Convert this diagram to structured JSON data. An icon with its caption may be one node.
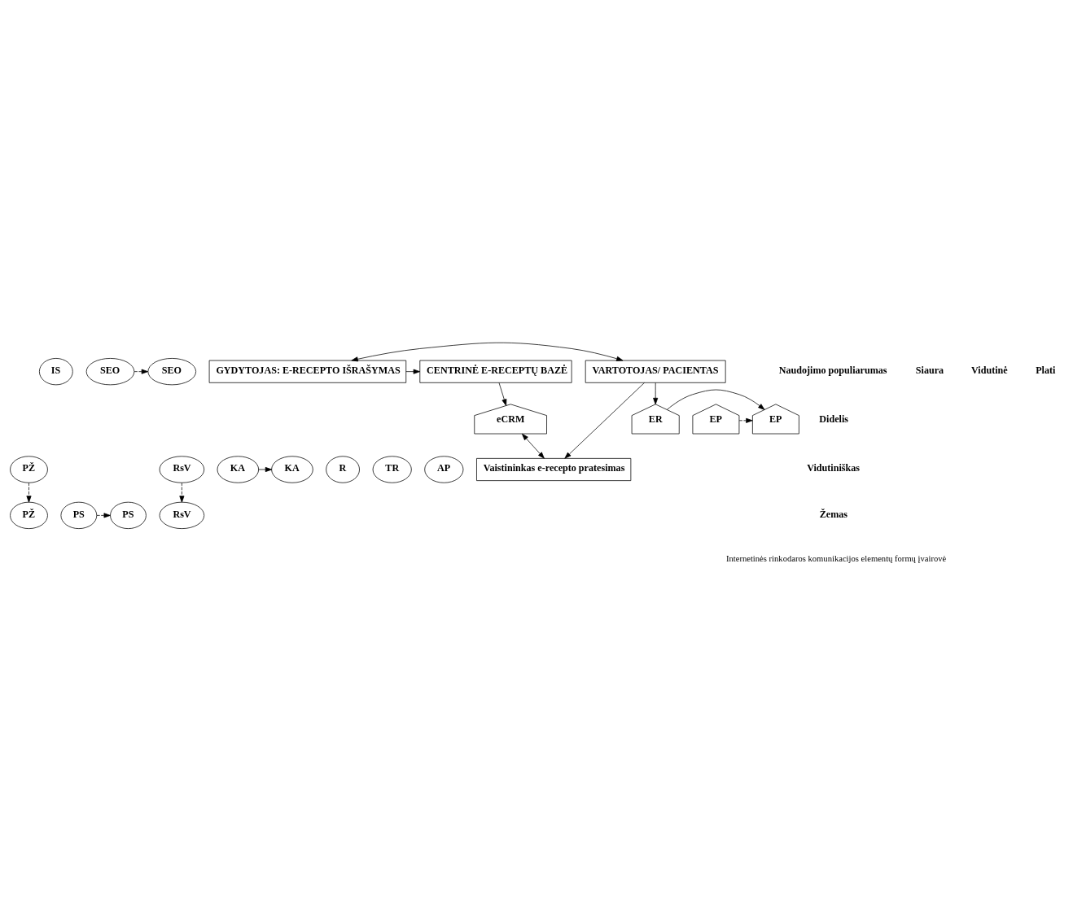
{
  "diagram": {
    "nodes": [
      {
        "text": [
          "IS"
        ]
      },
      {
        "text": [
          "SEO"
        ]
      },
      {
        "text": [
          "PŽ"
        ]
      },
      {
        "text": [
          "PS"
        ]
      },
      {
        "text": [
          "RsV"
        ]
      },
      {
        "text": [
          "SEO"
        ]
      },
      {
        "text": [
          "PS"
        ]
      },
      {
        "text": [
          "PŽ"
        ]
      },
      {
        "text": [
          "KA"
        ]
      },
      {
        "text": [
          "R"
        ]
      },
      {
        "text": [
          "TR"
        ]
      },
      {
        "text": [
          "AP"
        ]
      },
      {
        "text": [
          "KA"
        ]
      },
      {
        "text": [
          "Vaistininkas e-recepto pratesimas"
        ]
      },
      {
        "text": [
          "RsV"
        ]
      },
      {
        "text": [
          "EP"
        ]
      },
      {
        "text": [
          "EP"
        ]
      },
      {
        "text": [
          "eCRM"
        ]
      },
      {
        "text": [
          "ER"
        ]
      },
      {
        "text": [
          "GYDYTOJAS: E-RECEPTO IŠRAŠYMAS"
        ]
      },
      {
        "text": [
          "VARTOTOJAS/ PACIENTAS"
        ]
      },
      {
        "text": [
          "CENTRINĖ E-RECEPTŲ BAZĖ"
        ]
      }
    ],
    "edges": [
      {
        "from": 5,
        "to": 1,
        "arrow": "to",
        "style": "dashed"
      },
      {
        "from": 6,
        "to": 3,
        "arrow": "to",
        "style": "dashed"
      },
      {
        "from": 7,
        "to": 2,
        "arrow": "to",
        "style": "dashed"
      },
      {
        "from": 14,
        "to": 4,
        "arrow": "to",
        "style": "dashed"
      },
      {
        "from": 12,
        "to": 8,
        "arrow": "to"
      },
      {
        "from": 16,
        "to": 15,
        "arrow": "to",
        "style": "dashed"
      },
      {
        "from": 18,
        "to": 15,
        "arrow": "to"
      },
      {
        "from": 17,
        "to": 13,
        "arrow": "both"
      },
      {
        "from": 21,
        "to": 17,
        "arrow": "to"
      },
      {
        "from": 19,
        "to": 21,
        "arrow": "to"
      },
      {
        "from": 20,
        "to": 18,
        "arrow": "to"
      },
      {
        "from": 20,
        "to": 13,
        "arrow": "to"
      },
      {
        "from": 19,
        "to": 20,
        "arrow": "both"
      }
    ],
    "labels": [
      "Naudojimo populiarumas",
      "Didelis",
      "Vidutiniškas",
      "Žemas",
      "Siaura",
      "Vidutinė",
      "Plati",
      "Internetinės rinkodaros komunikacijos elementų formų įvairovė"
    ]
  }
}
